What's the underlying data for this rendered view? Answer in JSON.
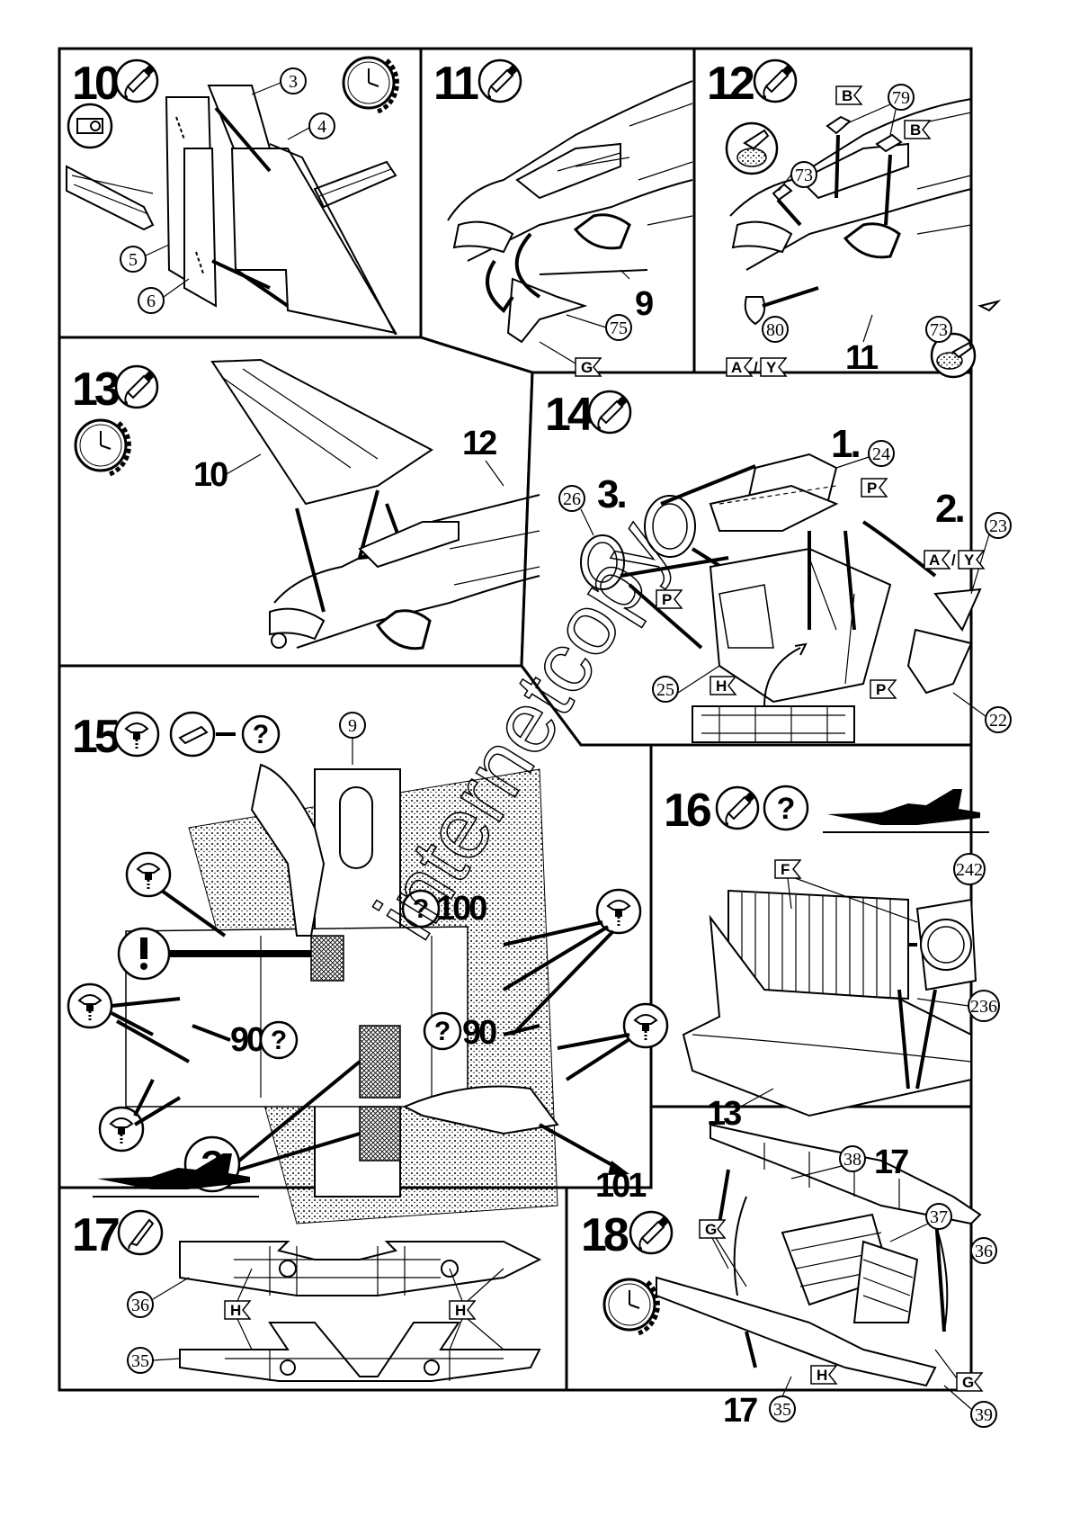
{
  "steps": {
    "s10": {
      "number": "10",
      "parts": [
        "3",
        "4",
        "5",
        "6"
      ]
    },
    "s11": {
      "number": "11",
      "parts": [
        "9",
        "75"
      ],
      "flag": "G"
    },
    "s12": {
      "number": "12",
      "parts": [
        "79",
        "73",
        "80",
        "73",
        "11"
      ],
      "flags": [
        "B",
        "B",
        "A",
        "Y"
      ]
    },
    "s13": {
      "number": "13",
      "parts": [
        "10",
        "12"
      ]
    },
    "s14": {
      "number": "14",
      "parts": [
        "24",
        "26",
        "23",
        "25",
        "22"
      ],
      "substeps": [
        "1.",
        "2.",
        "3."
      ],
      "flags": [
        "P",
        "P",
        "P",
        "A",
        "Y",
        "H"
      ]
    },
    "s15": {
      "number": "15",
      "parts": [
        "9"
      ],
      "labels": [
        "100",
        "90",
        "90",
        "101"
      ]
    },
    "s16": {
      "number": "16",
      "parts": [
        "242",
        "236",
        "13"
      ],
      "flags": [
        "F"
      ]
    },
    "s17a": {
      "number": "17",
      "parts": [
        "36",
        "35"
      ],
      "flags": [
        "H",
        "H"
      ]
    },
    "s18": {
      "number": "18",
      "parts": [
        "38",
        "17",
        "37",
        "36",
        "17",
        "35",
        "39"
      ],
      "flags": [
        "G",
        "H",
        "G"
      ]
    }
  },
  "watermark": "internetcopy",
  "icons": [
    "glue-tube-icon",
    "clock-icon",
    "clip-icon",
    "drill-icon",
    "knife-icon",
    "question-icon",
    "exclamation-icon",
    "brush-icon",
    "jet-silhouette-icon"
  ]
}
